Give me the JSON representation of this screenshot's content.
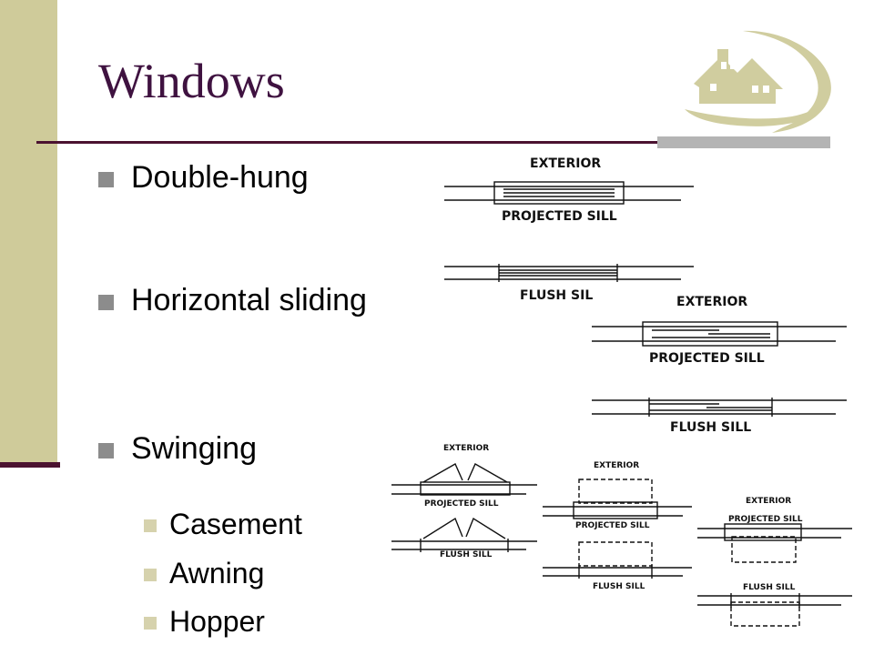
{
  "slide": {
    "title": "Windows",
    "bullets": [
      "Double-hung",
      "Horizontal sliding",
      "Swinging"
    ],
    "sub_bullets": [
      "Casement",
      "Awning",
      "Hopper"
    ]
  },
  "drawings": {
    "double_hung": {
      "exterior": "EXTERIOR",
      "projected": "PROJECTED SILL",
      "flush": "FLUSH SIL"
    },
    "sliding": {
      "exterior": "EXTERIOR",
      "projected": "PROJECTED SILL",
      "flush": "FLUSH SILL"
    },
    "casement": {
      "exterior": "EXTERIOR",
      "projected": "PROJECTED SILL",
      "flush": "FLUSH SILL"
    },
    "awning": {
      "exterior": "EXTERIOR",
      "projected": "PROJECTED SILL",
      "flush": "FLUSH SILL"
    },
    "hopper": {
      "exterior": "EXTERIOR",
      "projected": "PROJECTED SILL",
      "flush": "FLUSH SILL"
    }
  },
  "theme": {
    "accent": "#4b1230",
    "sidebar": "#cfcb9a",
    "logo": "#d0cd9f"
  }
}
